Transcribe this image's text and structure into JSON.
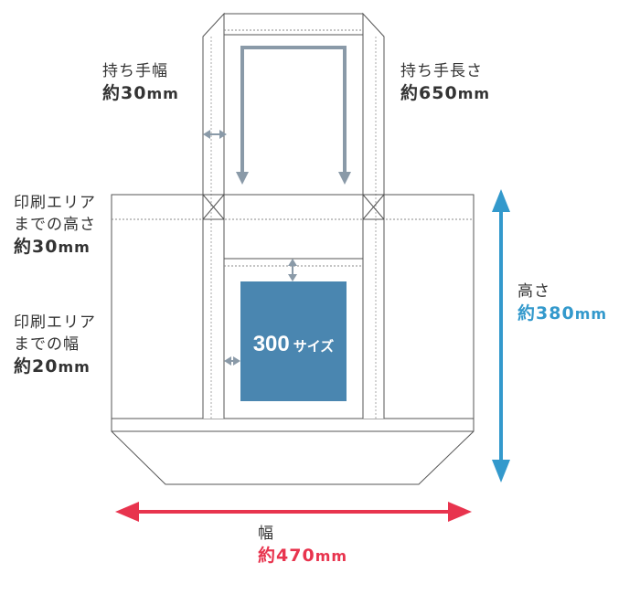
{
  "labels": {
    "handle_width": {
      "title": "持ち手幅",
      "prefix": "約",
      "number": "30",
      "unit": "mm"
    },
    "handle_length": {
      "title": "持ち手長さ",
      "prefix": "約",
      "number": "650",
      "unit": "mm"
    },
    "print_top": {
      "line1": "印刷エリア",
      "line2": "までの高さ",
      "prefix": "約",
      "number": "30",
      "unit": "mm"
    },
    "print_side": {
      "line1": "印刷エリア",
      "line2": "までの幅",
      "prefix": "約",
      "number": "20",
      "unit": "mm"
    },
    "height": {
      "title": "高さ",
      "prefix": "約",
      "number": "380",
      "unit": "mm"
    },
    "width": {
      "title": "幅",
      "prefix": "約",
      "number": "470",
      "unit": "mm"
    }
  },
  "print_area": {
    "number": "300",
    "text": "サイズ"
  },
  "colors": {
    "outline": "#555555",
    "guide_arrow": "#8a9aa8",
    "print_area": "#4a86b0",
    "height_arrow": "#3399cc",
    "width_arrow": "#e8344e"
  }
}
